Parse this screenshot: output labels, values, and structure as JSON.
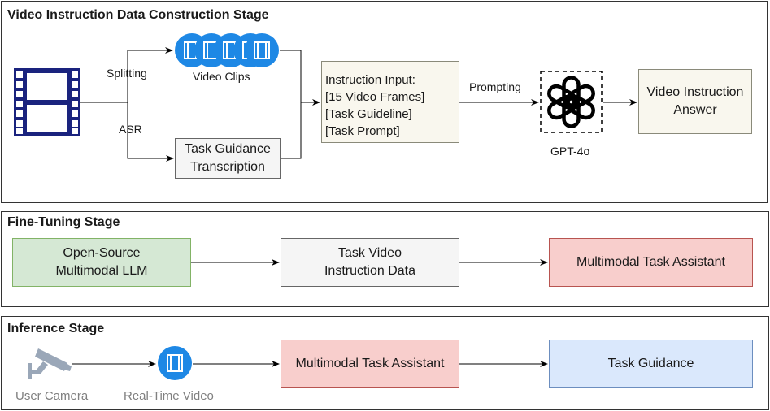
{
  "stages": {
    "construction": {
      "title": "Video Instruction Data Construction Stage",
      "splitting_label": "Splitting",
      "asr_label": "ASR",
      "video_clips_label": "Video Clips",
      "transcription_box": "Task Guidance\nTranscription",
      "instruction_box": "Instruction Input:\n[15 Video Frames]\n[Task Guideline]\n[Task Prompt]",
      "prompting_label": "Prompting",
      "gpt_label": "GPT-4o",
      "answer_box": "Video Instruction\nAnswer"
    },
    "finetuning": {
      "title": "Fine-Tuning Stage",
      "llm_box": "Open-Source\nMultimodal LLM",
      "data_box": "Task Video\nInstruction Data",
      "assistant_box": "Multimodal Task Assistant"
    },
    "inference": {
      "title": "Inference Stage",
      "camera_label": "User Camera",
      "realtime_label": "Real-Time Video",
      "assistant_box": "Multimodal Task Assistant",
      "guidance_box": "Task Guidance"
    }
  },
  "colors": {
    "blue_icon": "#1e88e5",
    "navy_film": "#1a237e",
    "cream": "#f9f7ee",
    "green": "#d5e8d4",
    "grey": "#f5f5f5",
    "red": "#f8cecc",
    "light_blue": "#dae8fc"
  },
  "icons": [
    "film-strip-icon",
    "video-clip-icon",
    "openai-logo-icon",
    "security-camera-icon",
    "video-icon"
  ]
}
